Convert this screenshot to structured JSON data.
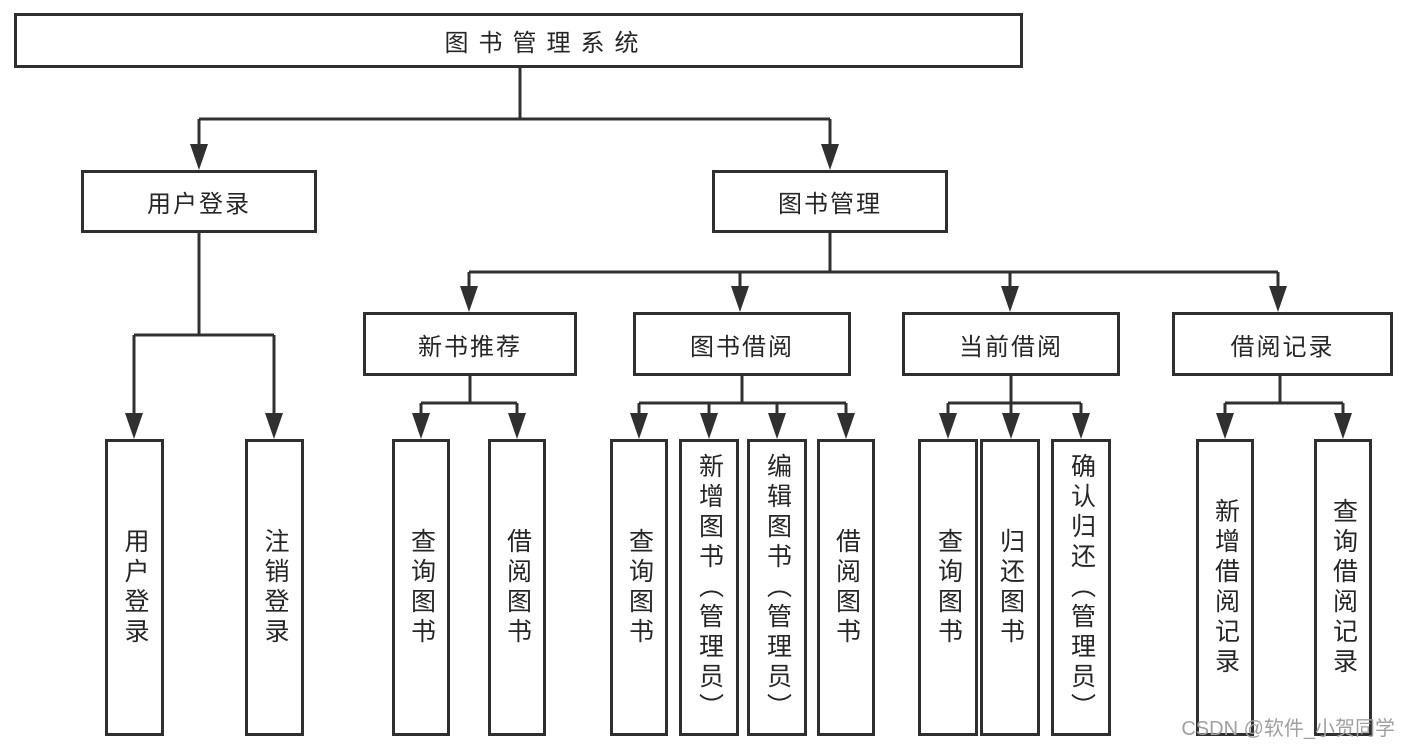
{
  "colors": {
    "line": "#303030",
    "box_border": "#2f2f2f",
    "text": "#262626",
    "watermark": "#a0a0a0",
    "background": "#ffffff"
  },
  "tree": {
    "root": {
      "label": "图书管理系统"
    },
    "children": [
      {
        "label": "用户登录",
        "children": [
          {
            "label": "用户登录"
          },
          {
            "label": "注销登录"
          }
        ]
      },
      {
        "label": "图书管理",
        "children": [
          {
            "label": "新书推荐",
            "children": [
              {
                "label": "查询图书"
              },
              {
                "label": "借阅图书"
              }
            ]
          },
          {
            "label": "图书借阅",
            "children": [
              {
                "label": "查询图书"
              },
              {
                "label": "新增图书（管理员）"
              },
              {
                "label": "编辑图书（管理员）"
              },
              {
                "label": "借阅图书"
              }
            ]
          },
          {
            "label": "当前借阅",
            "children": [
              {
                "label": "查询图书"
              },
              {
                "label": "归还图书"
              },
              {
                "label": "确认归还（管理员）"
              }
            ]
          },
          {
            "label": "借阅记录",
            "children": [
              {
                "label": "新增借阅记录"
              },
              {
                "label": "查询借阅记录"
              }
            ]
          }
        ]
      }
    ]
  },
  "watermark": {
    "text": "CSDN @软件_小贺同学"
  }
}
